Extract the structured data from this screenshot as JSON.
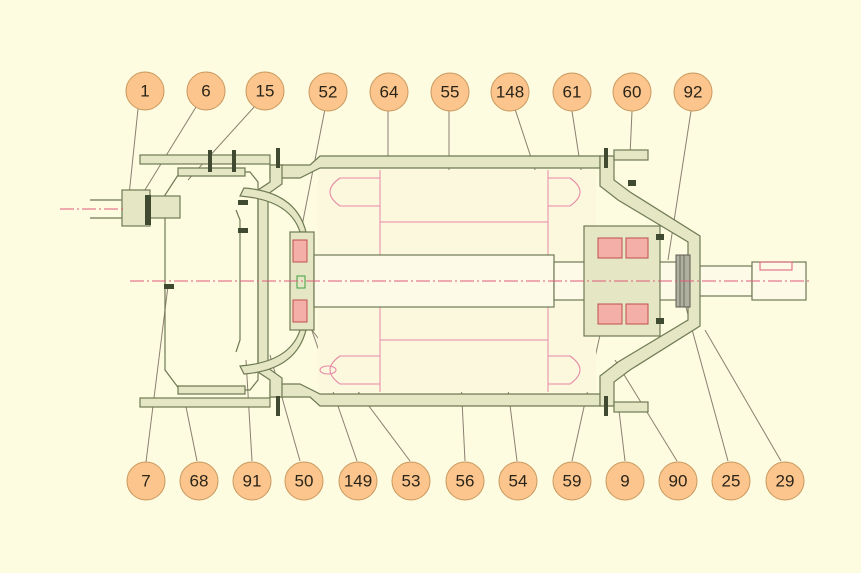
{
  "callouts_top": [
    "1",
    "6",
    "15",
    "52",
    "64",
    "55",
    "148",
    "61",
    "60",
    "92"
  ],
  "callouts_bottom": [
    "7",
    "68",
    "91",
    "50",
    "149",
    "53",
    "56",
    "54",
    "59",
    "9",
    "90",
    "25",
    "29"
  ],
  "colors": {
    "background": "#fdfbe0",
    "callout_fill": "#fbc58d",
    "housing": "#e4e6c4",
    "centerline": "#e05a7a",
    "winding": "#e889a6"
  }
}
